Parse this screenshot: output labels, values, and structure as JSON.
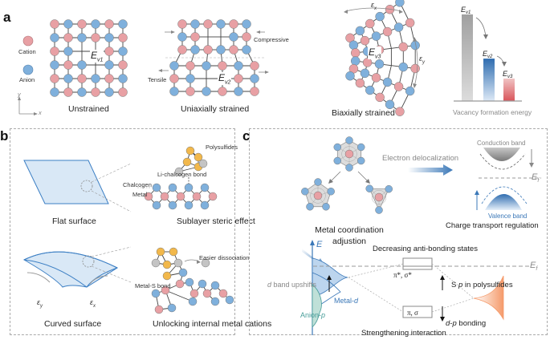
{
  "panels": {
    "a": {
      "letter": "a",
      "legend": {
        "cation": "Cation",
        "anion": "Anion"
      },
      "axes": {
        "x": "x",
        "y": "y"
      },
      "unstrained": {
        "caption": "Unstrained",
        "energy": "E",
        "energy_sub": "v1"
      },
      "uniaxial": {
        "caption": "Uniaxially strained",
        "compressive": "Compressive",
        "tensile": "Tensile",
        "energy": "E",
        "energy_sub": "v2"
      },
      "biaxial": {
        "caption": "Biaxially strained",
        "energy": "E",
        "energy_sub": "v3",
        "strain_x": "ε",
        "strain_x_sub": "x",
        "strain_y": "ε",
        "strain_y_sub": "y"
      },
      "vacancy_chart": {
        "caption": "Vacancy formation energy",
        "bars": [
          {
            "label": "E",
            "sub": "v1",
            "relative_value": 1.0,
            "color_top": "#a0a0a0",
            "color_bottom": "#dcdcdc"
          },
          {
            "label": "E",
            "sub": "v2",
            "relative_value": 0.49,
            "color_top": "#2f6db0",
            "color_bottom": "#dde9f6"
          },
          {
            "label": "E",
            "sub": "v3",
            "relative_value": 0.26,
            "color_top": "#f0c4c4",
            "color_bottom": "#d9545a"
          }
        ]
      }
    },
    "b": {
      "letter": "b",
      "flat": {
        "caption": "Flat surface"
      },
      "sublayer": {
        "caption": "Sublayer steric effect",
        "polysulfides": "Polysulfides",
        "li_bond": "Li-chalcogen bond",
        "chalcogen": "Chalcogen",
        "metal": "Metal"
      },
      "curved": {
        "caption": "Curved surface",
        "strain_y": "ε",
        "strain_y_sub": "y",
        "strain_x": "ε",
        "strain_x_sub": "x"
      },
      "unlocking": {
        "caption": "Unlocking internal metal cations",
        "easier": "Easier dissociation",
        "metal_s": "Metal-S bond"
      }
    },
    "c": {
      "letter": "c",
      "coordination": {
        "caption_line1": "Metal coordination",
        "caption_line2": "adjustion"
      },
      "delocalization": "Electron delocalization",
      "bands": {
        "conduction": "Conduction band",
        "valence": "Valence band",
        "fermi": "E",
        "fermi_sub": "f",
        "caption": "Charge transport regulation"
      },
      "dband": {
        "energy_axis": "E",
        "upshift": "d band upshifts",
        "metal_d": "Metal-d",
        "anion_p": "Anion-p",
        "decreasing": "Decreasing anti-bonding states",
        "antibonding": "π*, σ*",
        "bonding": "π, σ",
        "fermi": "E",
        "fermi_sub": "f",
        "s_p": "S p in polysulfides",
        "dp_bonding": "d-p bonding",
        "strengthening": "Strengthening interaction"
      }
    }
  },
  "colors": {
    "cation": "#e8a0a4",
    "anion": "#7fb0dc",
    "polysulfide": "#f2b84b",
    "neutral_atom": "#c4c4c4",
    "bond": "#333333",
    "accent_blue": "#3b78b8",
    "accent_orange": "#f59a6a",
    "surface_fill": "#d9e8f6",
    "surface_stroke": "#3c7fc4"
  }
}
